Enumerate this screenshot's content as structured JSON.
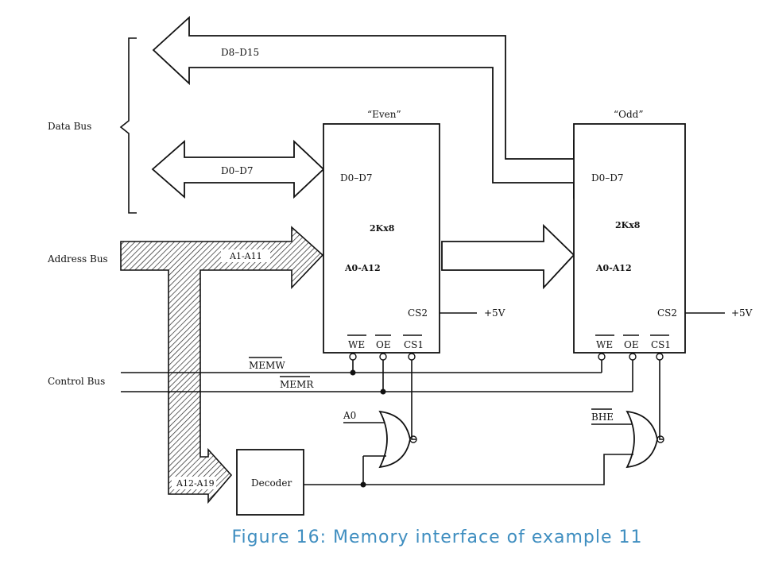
{
  "diagram": {
    "labels": {
      "data_bus": "Data Bus",
      "address_bus": "Address Bus",
      "control_bus": "Control Bus",
      "d8_d15": "D8–D15",
      "d0_d7_bus": "D0–D7",
      "a1_a11": "A1-A11",
      "a12_a19": "A12-A19",
      "even_title": "“Even”",
      "odd_title": "“Odd”",
      "even_d0_d7": "D0–D7",
      "odd_d0_d7": "D0–D7",
      "even_size": "2Kx8",
      "odd_size": "2Kx8",
      "even_addr": "A0-A12",
      "odd_addr": "A0-A12",
      "even_cs2": "CS2",
      "odd_cs2": "CS2",
      "even_plus5v": "+5V",
      "odd_plus5v": "+5V",
      "even_we": "WE",
      "even_oe": "OE",
      "even_cs1": "CS1",
      "odd_we": "WE",
      "odd_oe": "OE",
      "odd_cs1": "CS1",
      "memw": "MEMW",
      "memr": "MEMR",
      "a0": "A0",
      "bhe": "BHE",
      "decoder": "Decoder"
    },
    "caption": "Figure 16: Memory interface of example 11"
  }
}
